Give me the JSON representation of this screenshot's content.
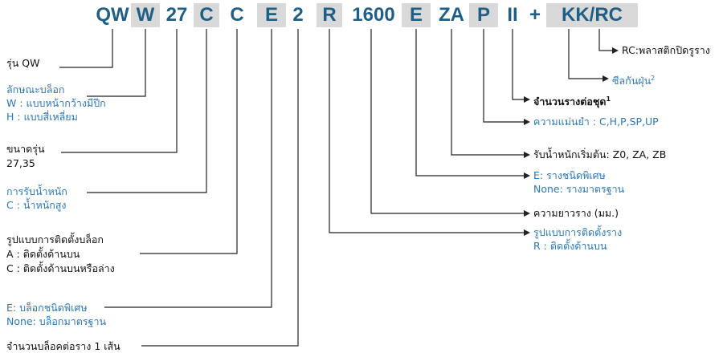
{
  "code_segments": [
    {
      "text": "QW",
      "shade": false
    },
    {
      "text": "W",
      "shade": true
    },
    {
      "text": "27",
      "shade": false
    },
    {
      "text": "C",
      "shade": true
    },
    {
      "text": "C",
      "shade": false
    },
    {
      "text": "E",
      "shade": true
    },
    {
      "text": "2",
      "shade": false
    },
    {
      "text": "R",
      "shade": true
    },
    {
      "text": "1600",
      "shade": false
    },
    {
      "text": "E",
      "shade": true
    },
    {
      "text": "ZA",
      "shade": false
    },
    {
      "text": "P",
      "shade": true
    },
    {
      "text": "II",
      "shade": false
    },
    {
      "text": "+",
      "shade": false
    },
    {
      "text": "KK/RC",
      "shade": true
    }
  ],
  "labels": {
    "model": "รุ่น QW",
    "block_type": [
      "ลักษณะบล็อก",
      "W : แบบหน้ากว้างมีปีก",
      "H : แบบสี่เหลี่ยม"
    ],
    "size": [
      "ขนาดรุ่น",
      "27,35"
    ],
    "load": [
      "การรับน้ำหนัก",
      "C : น้ำหนักสูง"
    ],
    "block_mount": [
      "รูปแบบการติดตั้งบล็อก",
      "A : ติดตั้งด้านบน",
      "C : ติดตั้งด้านบนหรือล่าง"
    ],
    "block_special": [
      "E: บล็อกชนิดพิเศษ",
      "None: บล็อกมาตรฐาน"
    ],
    "blocks_per_rail": "จำนวนบล็อคต่อราง 1 เส้น",
    "rail_cap": "RC:พลาสติกปิดรูราง",
    "dust_seal": "ซีลกันฝุ่น",
    "dust_seal_sup": "2",
    "rails_per_set": "จำนวนรางต่อชุด",
    "rails_per_set_sup": "1",
    "accuracy": "ความแม่นยำ : C,H,P,SP,UP",
    "preload": "รับน้ำหนักเริ่มต้น: Z0, ZA, ZB",
    "rail_special": [
      "E: รางชนิดพิเศษ",
      "None: รางมาตรฐาน"
    ],
    "rail_length": "ความยาวราง (มม.)",
    "rail_mount": [
      "รูปแบบการติดตั้งราง",
      "R : ติดตั้งด้านบน"
    ]
  },
  "colors": {
    "code_text": "#1f5f86",
    "shade": "#d9d9d9",
    "blue_label": "#2d78b4",
    "black_label": "#111111",
    "line": "#222222"
  }
}
